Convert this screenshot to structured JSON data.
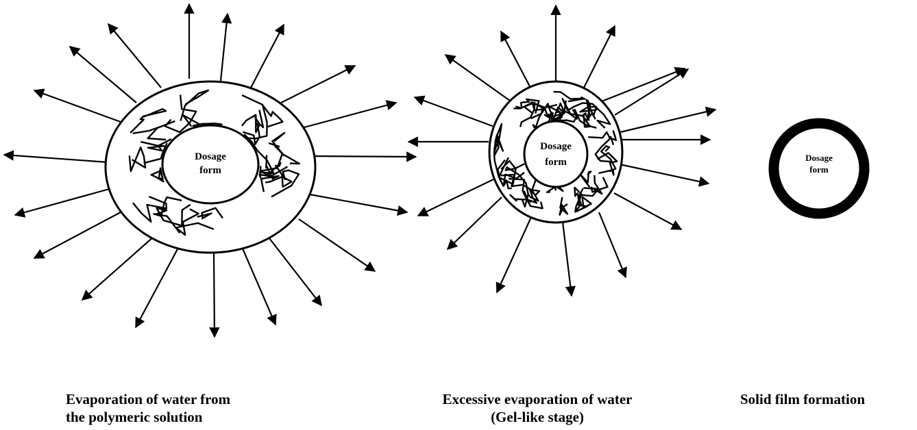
{
  "stages": [
    {
      "core_label_line1": "Dosage",
      "core_label_line2": "form",
      "caption_line1": "Evaporation of water from",
      "caption_line2": "the polymeric solution"
    },
    {
      "core_label_line1": "Dosage",
      "core_label_line2": "form",
      "caption_line1": "Excessive evaporation of water",
      "caption_line2": "(Gel-like stage)"
    },
    {
      "core_label_line1": "Dosage",
      "core_label_line2": "form",
      "caption_line1": "Solid film formation"
    }
  ]
}
